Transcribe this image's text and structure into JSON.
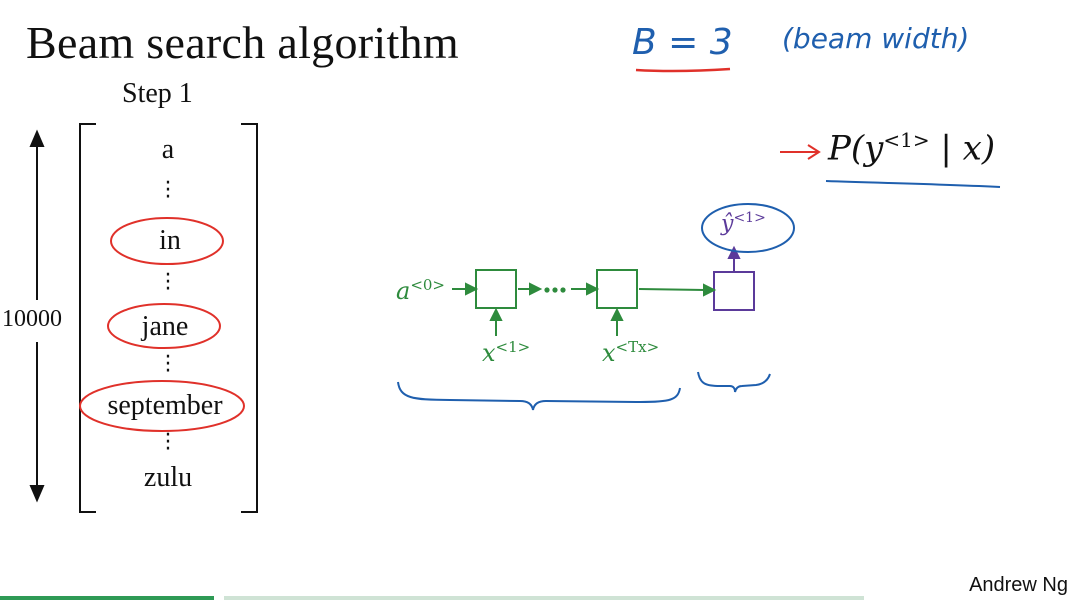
{
  "slide": {
    "title": "Beam search algorithm",
    "step": "Step 1",
    "vocabulary_size": "10000",
    "words": [
      "a",
      "in",
      "jane",
      "september",
      "zulu"
    ],
    "beam_b": "B = 3",
    "beam_width_note": "(beam width)",
    "prob_main": "P(y",
    "prob_sup": "<1>",
    "prob_tail": " | x)",
    "a0_base": "a",
    "a0_sup": "<0>",
    "x1_base": "x",
    "x1_sup": "<1>",
    "xt_base": "x",
    "xt_sup": "<Tx>",
    "yhat_base": "ŷ",
    "yhat_sup": "<1>",
    "author": "Andrew Ng"
  },
  "colors": {
    "red": "#e0312a",
    "blue": "#1f5fae",
    "green": "#2e8b3d",
    "purple": "#5b3a9a"
  }
}
